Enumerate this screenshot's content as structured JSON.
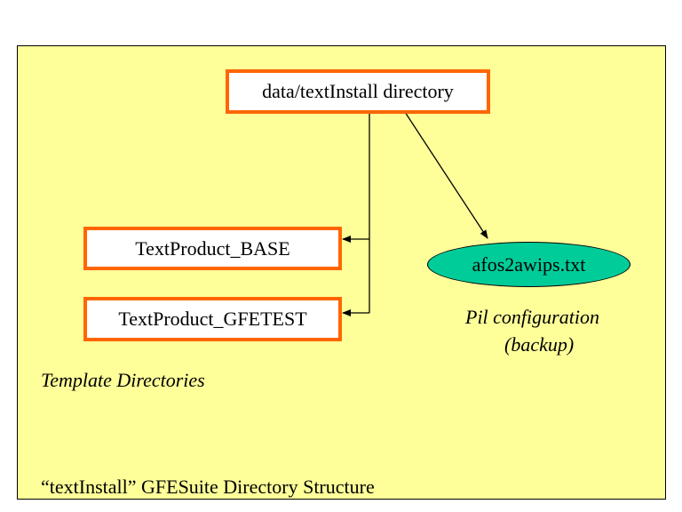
{
  "diagram": {
    "root_node": "data/textInstall directory",
    "child_nodes": [
      "TextProduct_BASE",
      "TextProduct_GFETEST"
    ],
    "file_node": "afos2awips.txt",
    "file_note_line1": "Pil configuration",
    "file_note_line2": "(backup)",
    "template_label": "Template Directories",
    "caption": "“textInstall” GFESuite Directory Structure"
  },
  "colors": {
    "panel_fill": "#ffff99",
    "box_border": "#ff6600",
    "ellipse_fill": "#00cc99",
    "line": "#000000"
  }
}
